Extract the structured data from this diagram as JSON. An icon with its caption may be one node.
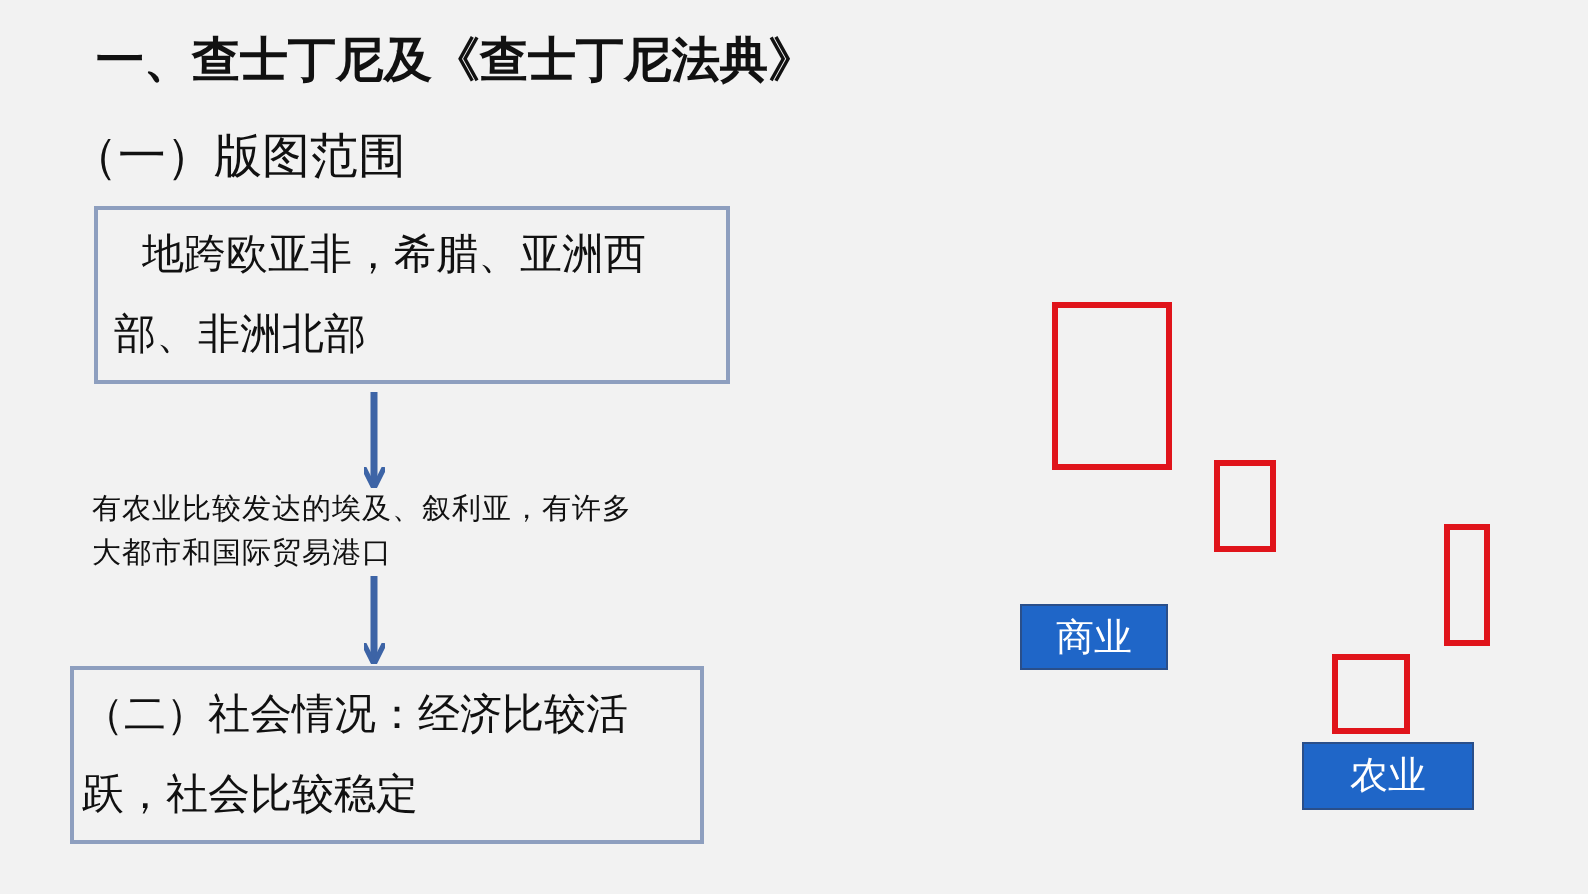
{
  "diagram": {
    "title": "一、查士丁尼及《查士丁尼法典》",
    "nodes": [
      {
        "text": [
          "地跨欧亚非，希腊、亚洲西部、非洲北部"
        ]
      },
      {
        "text": [
          "（二）社会情况：经济比较活跃，社会比较稳定"
        ]
      },
      {
        "text": [
          "有农业比较发达的埃及、叙利亚，有许多大都市和国际贸易港口"
        ]
      },
      {
        "text": [
          "商业"
        ]
      },
      {
        "text": [
          "农业"
        ]
      },
      {
        "text": [],
        "shape": "box"
      },
      {
        "text": [],
        "shape": "box"
      },
      {
        "text": [],
        "shape": "box"
      },
      {
        "text": [],
        "shape": "box"
      }
    ],
    "edges": [
      {
        "from": 0,
        "to": 2,
        "arrow": "to"
      },
      {
        "from": 2,
        "to": 1,
        "arrow": "to"
      }
    ],
    "labels": [
      "（一）版图范围"
    ]
  }
}
